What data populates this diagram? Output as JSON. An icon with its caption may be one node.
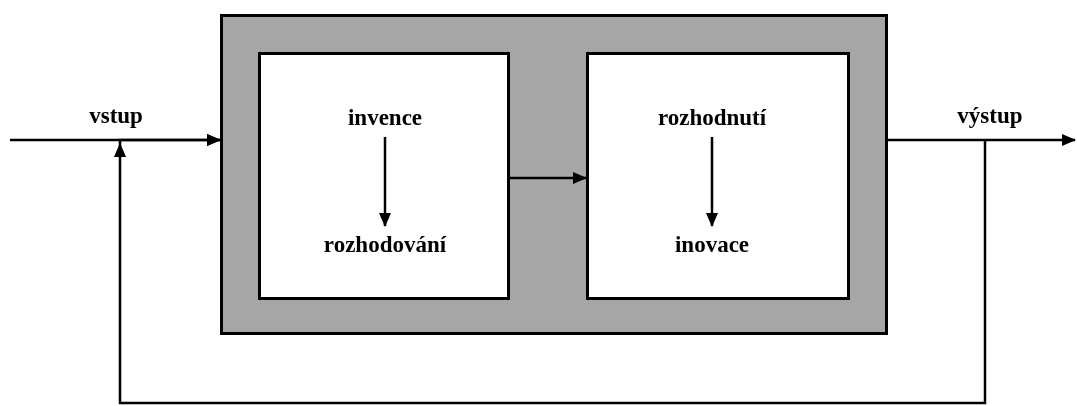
{
  "diagram": {
    "nodes": [
      {
        "text": [],
        "shape": "box"
      },
      {
        "text": [],
        "shape": "box",
        "in": 0
      },
      {
        "text": [
          "invence"
        ],
        "in": 1
      },
      {
        "text": [
          "rozhodování"
        ],
        "in": 1
      },
      {
        "text": [],
        "shape": "box",
        "in": 0
      },
      {
        "text": [
          "rozhodnutí"
        ],
        "in": 4
      },
      {
        "text": [
          "inovace"
        ],
        "in": 4
      }
    ],
    "edges": [
      {
        "from": null,
        "to": 0,
        "arrow": "to",
        "label": "vstup"
      },
      {
        "from": 2,
        "to": 3,
        "arrow": "to"
      },
      {
        "from": 1,
        "to": 4,
        "arrow": "to"
      },
      {
        "from": 5,
        "to": 6,
        "arrow": "to"
      },
      {
        "from": 0,
        "to": null,
        "arrow": "to",
        "label": "výstup"
      },
      {
        "from": null,
        "to": 0,
        "arrow": "to"
      }
    ]
  }
}
